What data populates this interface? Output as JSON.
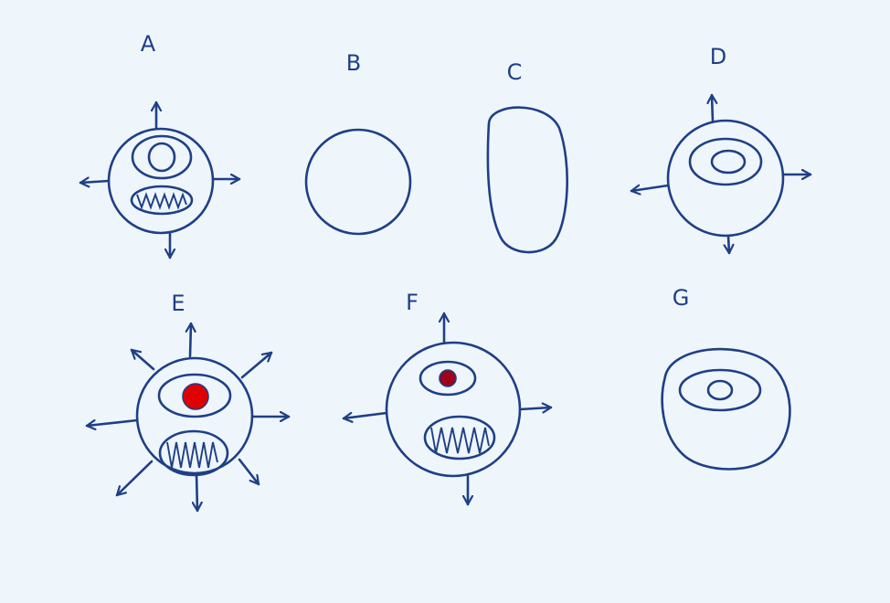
{
  "figures": [
    {
      "label": "A"
    },
    {
      "label": "B"
    },
    {
      "label": "C"
    },
    {
      "label": "D"
    },
    {
      "label": "E",
      "eye_color": "#e00000"
    },
    {
      "label": "F",
      "eye_color": "#a0001a"
    },
    {
      "label": "G"
    }
  ],
  "ink_color": "#1f3f86",
  "paper_color": "#eef6fc"
}
